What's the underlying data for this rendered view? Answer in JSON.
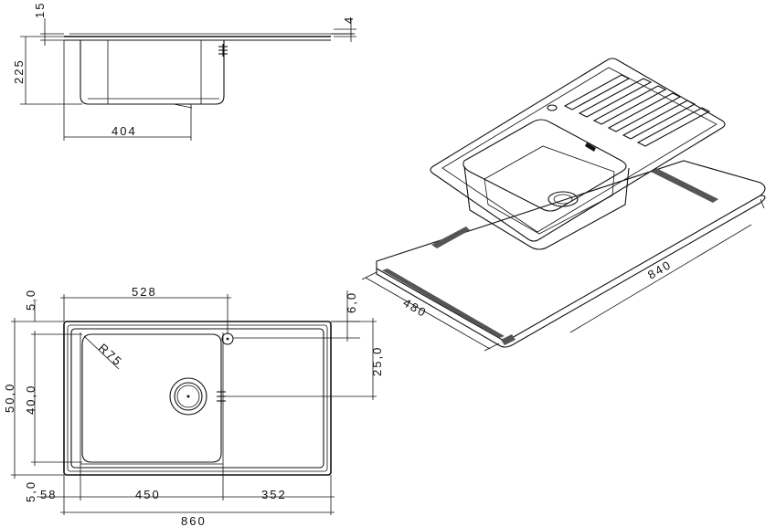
{
  "side_view": {
    "dim_top_flange": "15",
    "dim_edge": "4",
    "dim_depth": "225",
    "dim_bowl_width": "404"
  },
  "plan_view": {
    "dim_528": "528",
    "dim_5_top": "5,0",
    "dim_6": "6,0",
    "dim_25": "25,0",
    "dim_500": "50,0",
    "dim_400": "40,0",
    "dim_5_bottom": "5,0",
    "dim_58": "58",
    "dim_450": "450",
    "dim_352": "352",
    "dim_860": "860",
    "radius_label": "R75"
  },
  "iso_view": {
    "dim_480": "480",
    "dim_840": "840"
  }
}
